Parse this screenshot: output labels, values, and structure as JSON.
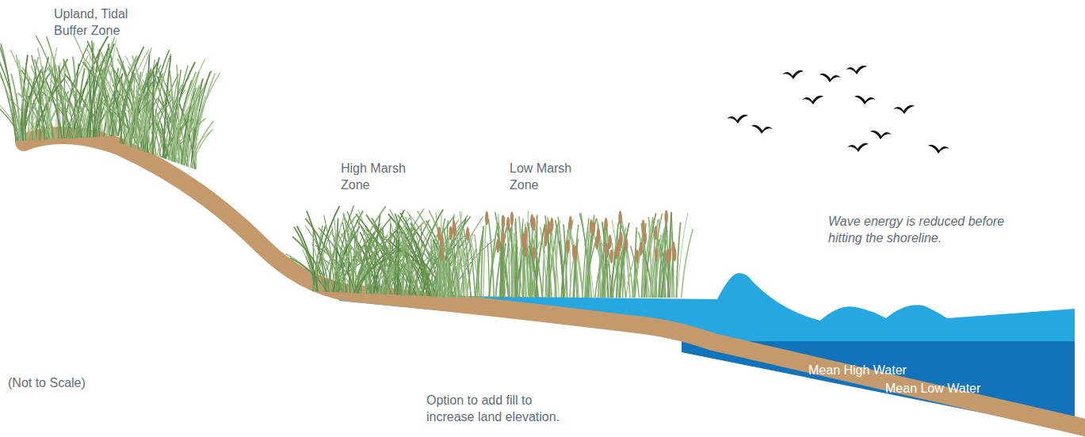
{
  "diagram": {
    "nodes": [
      {
        "text": [
          "Mean High Water"
        ]
      },
      {
        "text": [
          "Mean Low Water"
        ]
      }
    ],
    "labels": [
      "Upland, Tidal Buffer Zone",
      "High Marsh Zone",
      "Low Marsh Zone",
      "Wave energy is reduced before hitting the shoreline.",
      "(Not to Scale)",
      "Option to add fill to increase land elevation."
    ]
  }
}
